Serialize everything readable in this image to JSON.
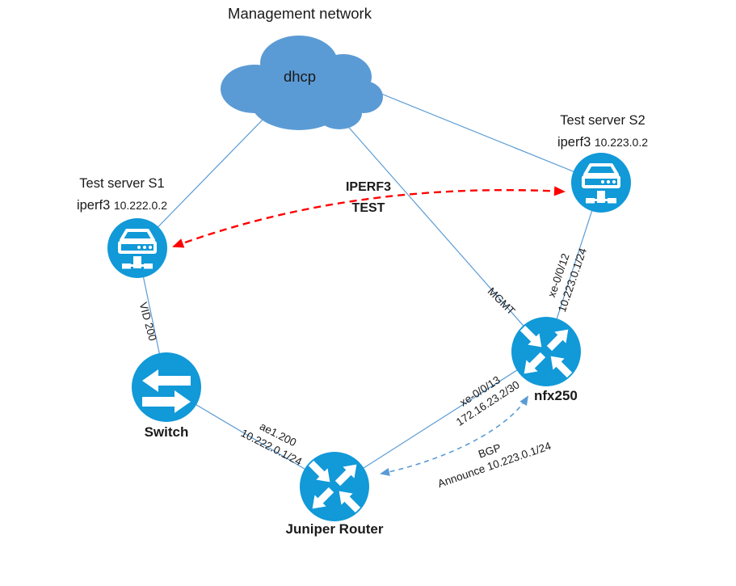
{
  "title": "Management network",
  "cloud": {
    "label": "dhcp"
  },
  "servers": {
    "s1": {
      "name": "Test server S1",
      "app": "iperf3",
      "ip": "10.222.0.2"
    },
    "s2": {
      "name": "Test server S2",
      "app": "iperf3",
      "ip": "10.223.0.2"
    }
  },
  "devices": {
    "switch": "Switch",
    "router": "Juniper Router",
    "nfx": "nfx250"
  },
  "links": {
    "vid": "VID 200",
    "ae1": {
      "line1": "ae1.200",
      "line2": "10.222.0.1/24"
    },
    "xe13": {
      "line1": "xe-0/0/13",
      "line2": "172.16.23.2/30"
    },
    "mgmt": "MGMT",
    "xe12": {
      "line1": "xe-0/0/12",
      "line2": "10.223.0.1/24"
    },
    "bgp": {
      "line1": "BGP",
      "line2": "Announce 10.223.0.1/24"
    },
    "iperf": {
      "line1": "IPERF3",
      "line2": "TEST"
    }
  },
  "colors": {
    "node_blue": "#1199d8",
    "diagram_blue": "#5b9bd5",
    "test_red": "#fe0000"
  }
}
